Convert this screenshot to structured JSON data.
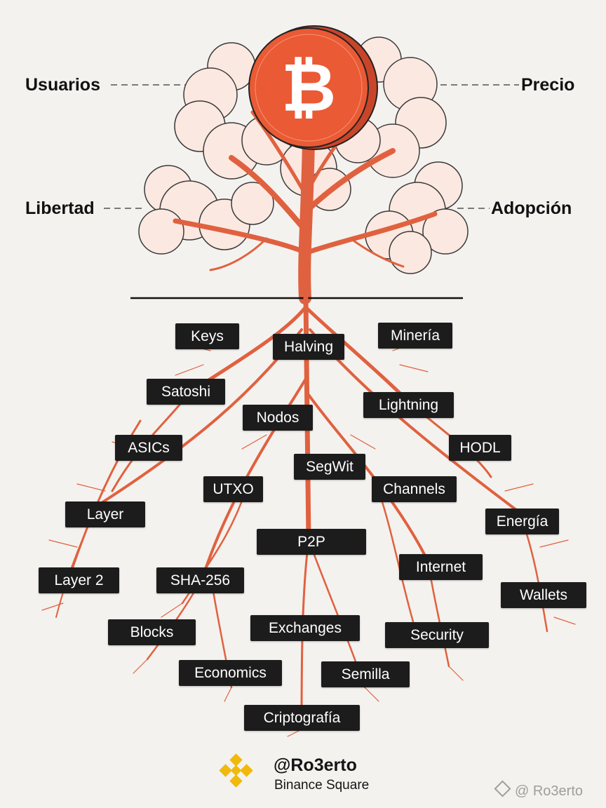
{
  "outer_labels": {
    "usuarios": "Usuarios",
    "precio": "Precio",
    "libertad": "Libertad",
    "adopcion": "Adopción"
  },
  "roots": {
    "keys": "Keys",
    "halving": "Halving",
    "mineria": "Minería",
    "satoshi": "Satoshi",
    "lightning": "Lightning",
    "nodos": "Nodos",
    "asics": "ASICs",
    "hodl": "HODL",
    "segwit": "SegWit",
    "utxo": "UTXO",
    "channels": "Channels",
    "layer": "Layer",
    "energia": "Energía",
    "p2p": "P2P",
    "internet": "Internet",
    "layer2": "Layer 2",
    "sha256": "SHA-256",
    "wallets": "Wallets",
    "blocks": "Blocks",
    "exchanges": "Exchanges",
    "security": "Security",
    "economics": "Economics",
    "semilla": "Semilla",
    "criptografia": "Criptografía"
  },
  "brand": {
    "handle": "@Ro3erto",
    "subtitle": "Binance Square",
    "logo_icon": "binance-logo-icon",
    "logo_color": "#f0b90b"
  },
  "watermark": "@ Ro3erto",
  "colors": {
    "coin": "#ea5a34",
    "branches": "#e0613f",
    "foliage": "#fbe8e1",
    "tag_bg": "#1c1c1c"
  }
}
